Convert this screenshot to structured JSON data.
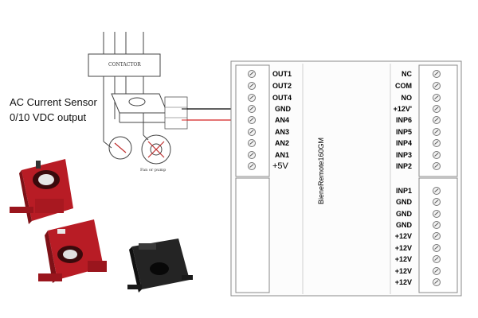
{
  "caption": {
    "line1": "AC Current Sensor",
    "line2": "0/10 VDC output"
  },
  "schematic": {
    "contactor_label": "CONTACTOR",
    "pump_label": "Fan or pump"
  },
  "module": {
    "name": "BieneRemote160GM",
    "left_terminals": [
      "OUT1",
      "OUT2",
      "OUT4",
      "GND",
      "AN4",
      "AN3",
      "AN2",
      "AN1",
      "+5V"
    ],
    "right_top_terminals": [
      "NC",
      "COM",
      "NO",
      "+12V'",
      "INP6",
      "INP5",
      "INP4",
      "INP3",
      "INP2"
    ],
    "right_bottom_terminals": [
      "INP1",
      "GND",
      "GND",
      "GND",
      "+12V",
      "+12V",
      "+12V",
      "+12V",
      "+12V"
    ]
  },
  "colors": {
    "sensor_red": "#c0202a",
    "sensor_black": "#1f1f1f",
    "wire_red": "#d42020",
    "wire_black": "#000000"
  }
}
